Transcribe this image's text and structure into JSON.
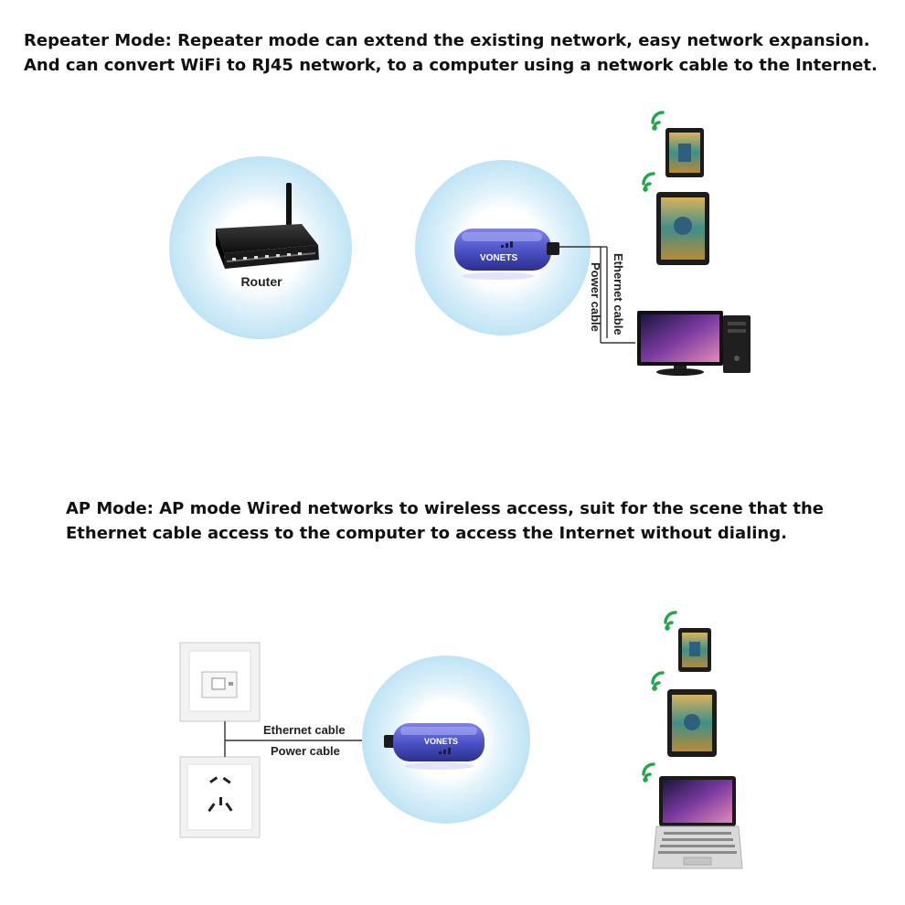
{
  "repeater_mode": {
    "caption_line1": "Repeater Mode: Repeater mode can extend the existing network, easy network expansion.",
    "caption_line2": "And can convert WiFi to RJ45 network, to a computer using a network cable to the Internet.",
    "router_label": "Router",
    "ethernet_label": "Ethernet cable",
    "power_label": "Power cable"
  },
  "ap_mode": {
    "caption_line1": "AP Mode: AP mode Wired networks to wireless access, suit for the scene that the",
    "caption_line2": "Ethernet cable access to the computer to access the Internet without dialing.",
    "ethernet_label": "Ethernet cable",
    "power_label": "Power cable"
  },
  "icons": [
    "wifi-icon",
    "router-icon",
    "repeater-device-icon",
    "phone-icon",
    "tablet-icon",
    "desktop-monitor-icon",
    "pc-tower-icon",
    "ethernet-wall-socket-icon",
    "power-outlet-icon",
    "laptop-icon"
  ],
  "colors": {
    "signal_green": "#1fa84a",
    "halo_blue": "#bfe4f5",
    "device_purple": "#4a4fc4"
  }
}
